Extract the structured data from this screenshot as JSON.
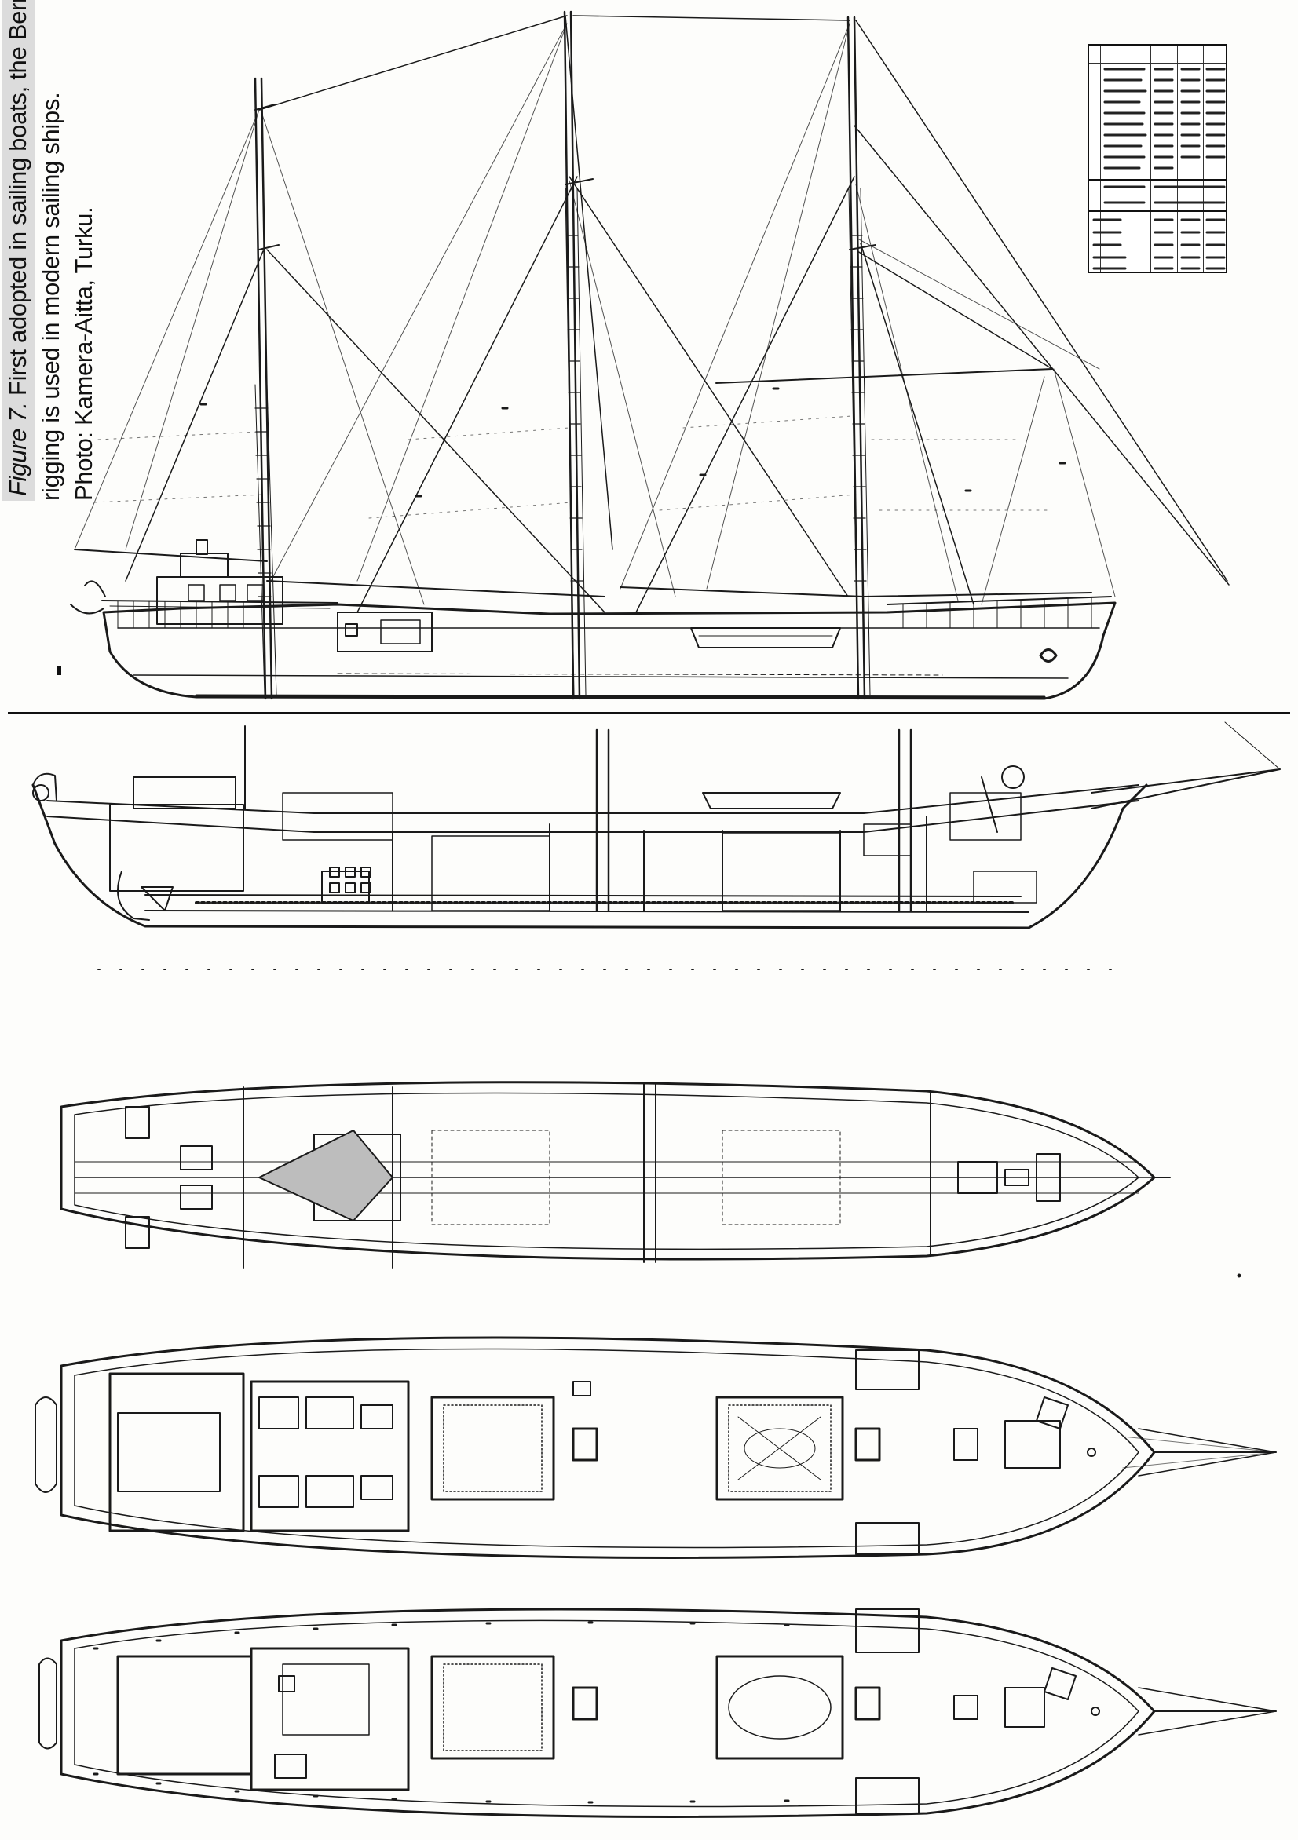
{
  "caption": {
    "figure_label": "Figure 7.",
    "line1_rest": " First adopted in sailing boats, the Bermuda",
    "line2": "rigging is used in modern sailing ships.",
    "line3": "Photo: Kamera-Aitta, Turku."
  },
  "drawings": [
    {
      "id": "sail-plan",
      "view": "profile with Bermuda rigging, three masts"
    },
    {
      "id": "inboard-profile",
      "view": "longitudinal section"
    },
    {
      "id": "hold-plan",
      "view": "plan below deck"
    },
    {
      "id": "main-deck-plan",
      "view": "deck plan"
    },
    {
      "id": "upper-deck-plan",
      "view": "deck plan"
    }
  ],
  "colors": {
    "paper": "#fdfdfb",
    "ink": "#1a1a1a",
    "caption_band": "#dcdcdc"
  }
}
